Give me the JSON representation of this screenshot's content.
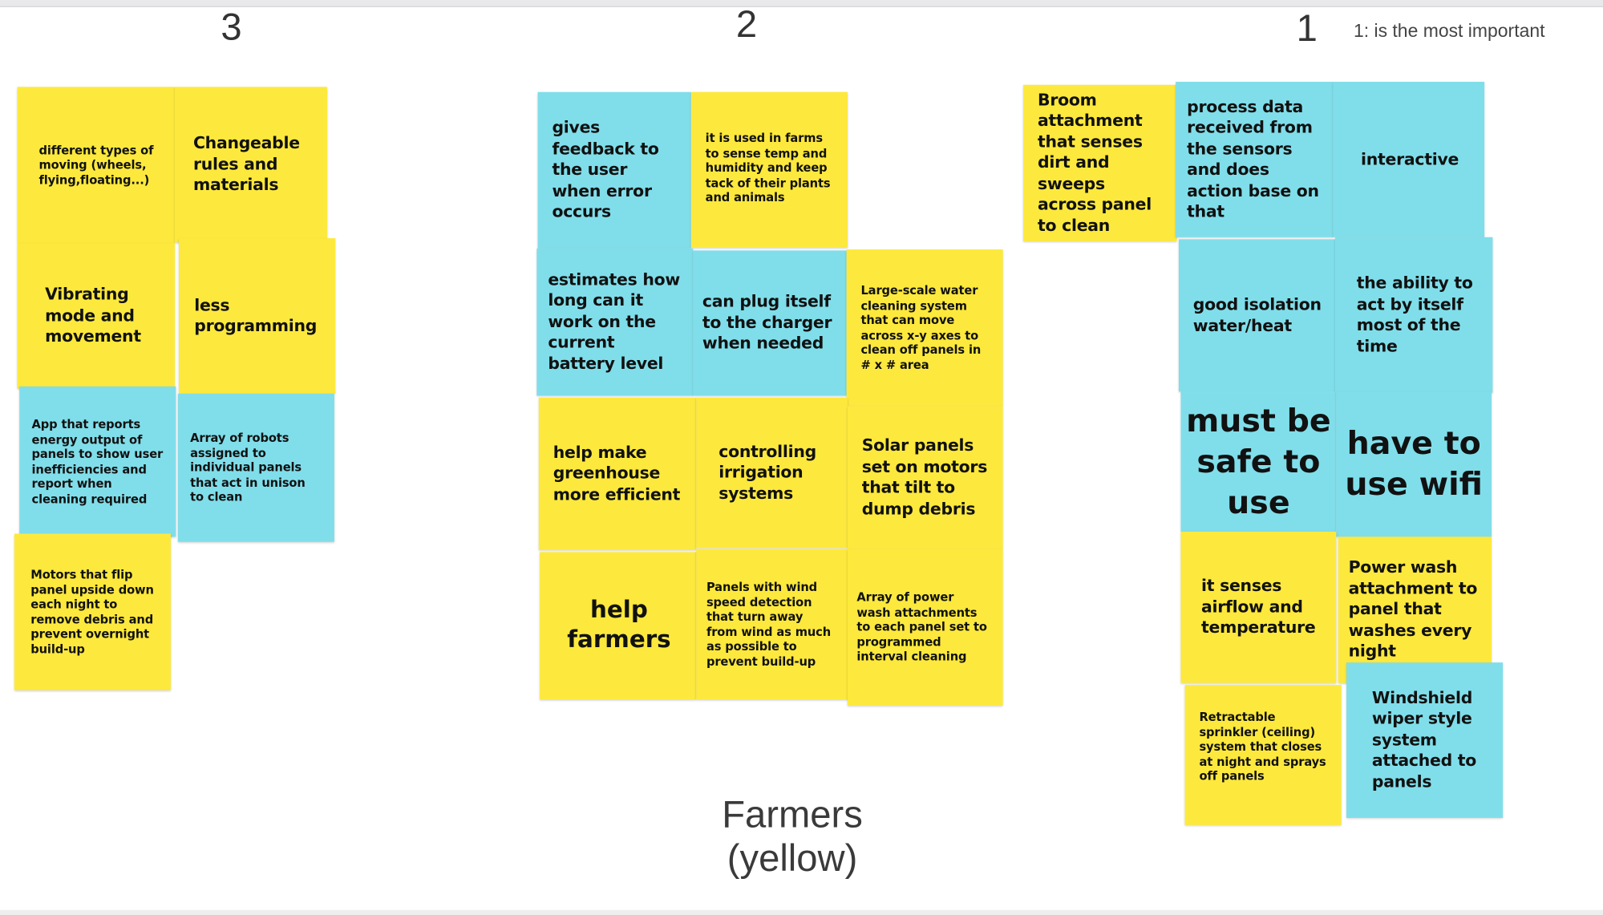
{
  "headers": {
    "rank_3": "3",
    "rank_2": "2",
    "rank_1": "1",
    "legend": "1: is the most important"
  },
  "caption": {
    "line1": "Farmers",
    "line2": "(yellow)"
  },
  "colors": {
    "farmers_yellow": "#fde93d",
    "other_blue": "#80deea"
  },
  "rank3_notes": [
    {
      "text": "different types of moving (wheels, flying,floating...)",
      "color": "yellow"
    },
    {
      "text": "Changeable rules and materials",
      "color": "yellow"
    },
    {
      "text": "Vibrating mode and movement",
      "color": "yellow"
    },
    {
      "text": "less programming",
      "color": "yellow"
    },
    {
      "text": "App that reports energy output of panels to show user inefficiencies and report when cleaning required",
      "color": "blue"
    },
    {
      "text": "Array of robots assigned to individual panels that act in unison to clean",
      "color": "blue"
    },
    {
      "text": "Motors that flip panel upside down each night to remove debris and prevent overnight build-up",
      "color": "yellow"
    }
  ],
  "rank2_notes": [
    {
      "text": "gives feedback to the user when error occurs",
      "color": "blue"
    },
    {
      "text": "it is used in farms to sense temp and humidity and keep tack of their plants and animals",
      "color": "yellow"
    },
    {
      "text": "estimates how long can it work  on the current battery level",
      "color": "blue"
    },
    {
      "text": "can plug itself to the charger when needed",
      "color": "blue"
    },
    {
      "text": "Large-scale water cleaning system that can move across x-y axes to clean off panels in # x # area",
      "color": "yellow"
    },
    {
      "text": "help make greenhouse more efficient",
      "color": "yellow"
    },
    {
      "text": "controlling irrigation systems",
      "color": "yellow"
    },
    {
      "text": "Solar panels set on motors that tilt to dump debris",
      "color": "yellow"
    },
    {
      "text": "help farmers",
      "color": "yellow"
    },
    {
      "text": "Panels with wind speed detection that turn away from wind as much as possible to prevent build-up",
      "color": "yellow"
    },
    {
      "text": "Array of power wash attachments to each panel set to programmed interval cleaning",
      "color": "yellow"
    }
  ],
  "rank1_notes": [
    {
      "text": "Broom attachment that senses dirt and sweeps across panel to clean",
      "color": "yellow"
    },
    {
      "text": "process data received from the sensors and  does action base on that",
      "color": "blue"
    },
    {
      "text": "interactive",
      "color": "blue"
    },
    {
      "text": "good isolation water/heat",
      "color": "blue"
    },
    {
      "text": "the ability to act by itself most of the time",
      "color": "blue"
    },
    {
      "text": "must be safe to use",
      "color": "blue"
    },
    {
      "text": "have to use wifi",
      "color": "blue"
    },
    {
      "text": "it senses airflow and temperature",
      "color": "yellow"
    },
    {
      "text": "Power wash attachment to panel that washes every night",
      "color": "yellow"
    },
    {
      "text": "Retractable sprinkler (ceiling) system that closes at night and sprays off panels",
      "color": "yellow"
    },
    {
      "text": "Windshield wiper style system attached to panels",
      "color": "blue"
    }
  ]
}
